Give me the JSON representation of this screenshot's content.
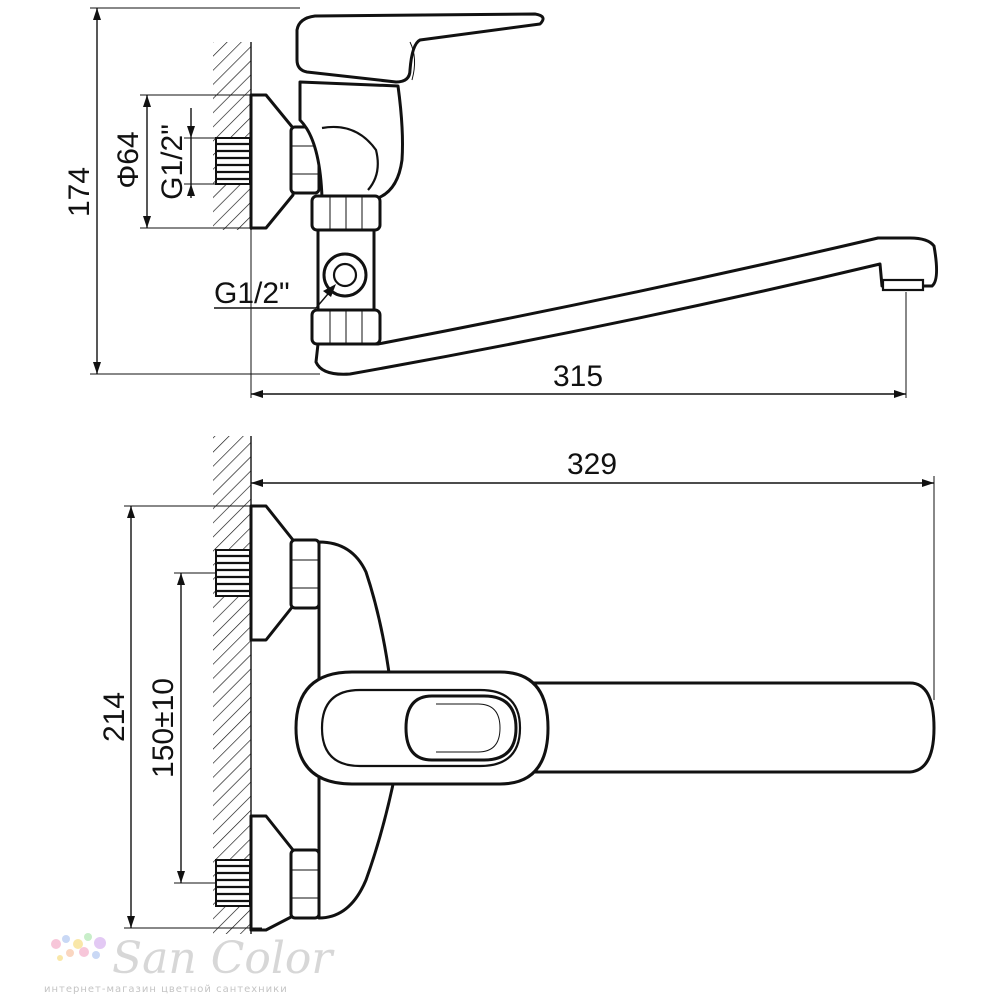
{
  "side_view": {
    "dim_height": "174",
    "dim_flange_diameter": "Φ64",
    "dim_inlet_thread": "G1/2\"",
    "dim_outlet_thread": "G1/2\"",
    "dim_spout_reach": "315"
  },
  "top_view": {
    "dim_total_length": "329",
    "dim_total_width": "214",
    "dim_center_distance": "150±10"
  },
  "watermark": {
    "brand": "San Color",
    "tagline": "интернет-магазин цветной сантехники",
    "dot_colors": [
      "#f7c6d9",
      "#c9d8f5",
      "#f9e7a8",
      "#c8eec9",
      "#e3c9f4",
      "#fad6c0"
    ]
  }
}
